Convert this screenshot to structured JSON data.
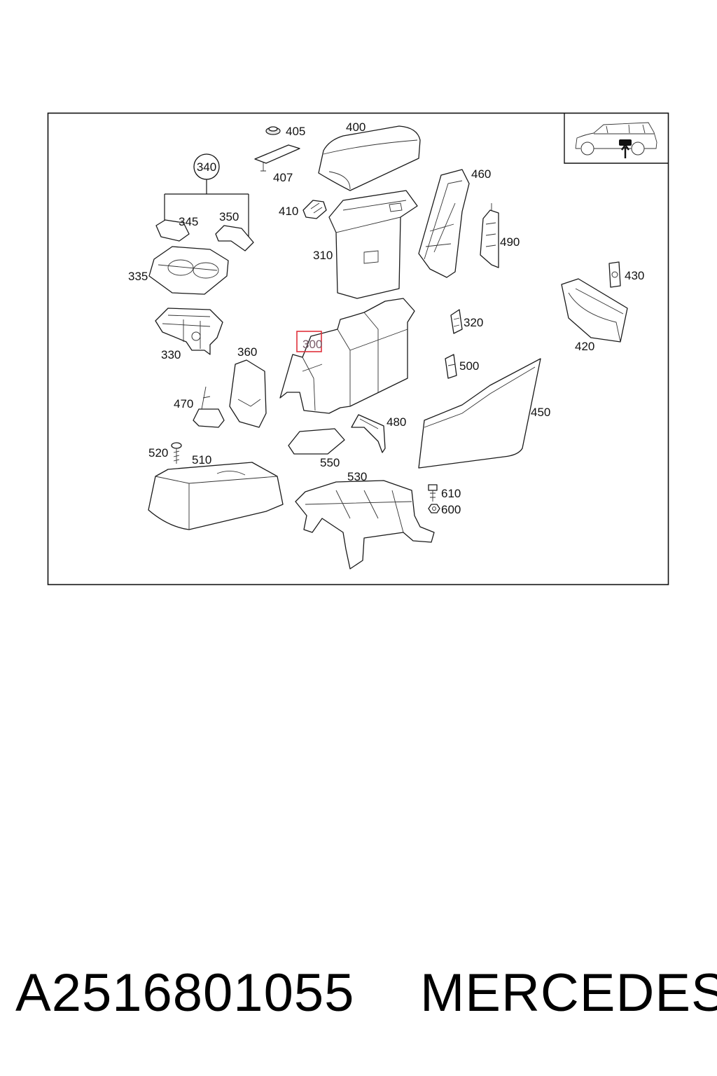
{
  "diagram": {
    "callouts": {
      "c405": "405",
      "c400": "400",
      "c407": "407",
      "c340": "340",
      "c345": "345",
      "c350": "350",
      "c410": "410",
      "c460": "460",
      "c310": "310",
      "c490": "490",
      "c335": "335",
      "c430": "430",
      "c320": "320",
      "c330": "330",
      "c300": "300",
      "c360": "360",
      "c420": "420",
      "c500": "500",
      "c470": "470",
      "c480": "480",
      "c450": "450",
      "c520": "520",
      "c510": "510",
      "c550": "550",
      "c530": "530",
      "c610": "610",
      "c600": "600"
    },
    "highlighted_part": "300",
    "highlight_color": "#e0313b"
  },
  "caption": {
    "part_number": "A2516801055",
    "brand": "MERCEDES"
  }
}
